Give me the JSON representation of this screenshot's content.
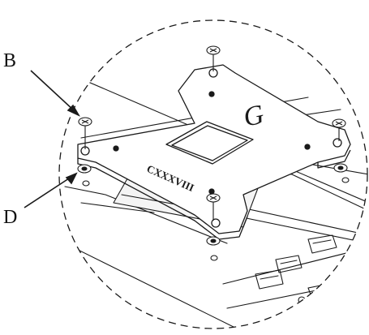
{
  "callouts": [
    {
      "letter": "B",
      "target": "screw"
    },
    {
      "letter": "D",
      "target": "washer"
    }
  ],
  "bracket": {
    "engraving_logo": "G",
    "engraving_text": "CXXXVIII"
  },
  "colors": {
    "line": "#1a1a1a",
    "background": "#ffffff",
    "shade": "#d9d9d9"
  }
}
